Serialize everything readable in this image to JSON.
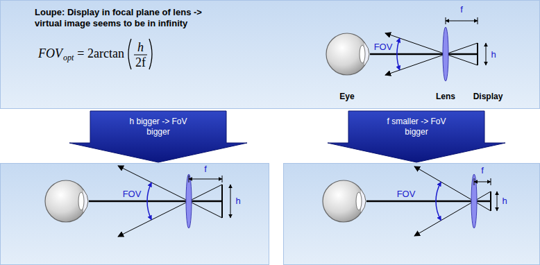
{
  "diagram": {
    "nodes": [
      {
        "text": [
          "Loupe: Display in focal plane of lens -> virtual image seems to be in infinity",
          "FOV",
          "f",
          "h",
          "Eye",
          "Lens",
          "Display"
        ]
      },
      {
        "text": [
          "h bigger -> FoV bigger"
        ]
      },
      {
        "text": [
          "f smaller -> FoV bigger"
        ]
      },
      {
        "text": [
          "FOV",
          "f",
          "h"
        ]
      },
      {
        "text": [
          "FOV",
          "f",
          "h"
        ]
      }
    ],
    "labels": [
      "FOV",
      "opt",
      "= 2arctan",
      "h",
      "2f"
    ]
  }
}
